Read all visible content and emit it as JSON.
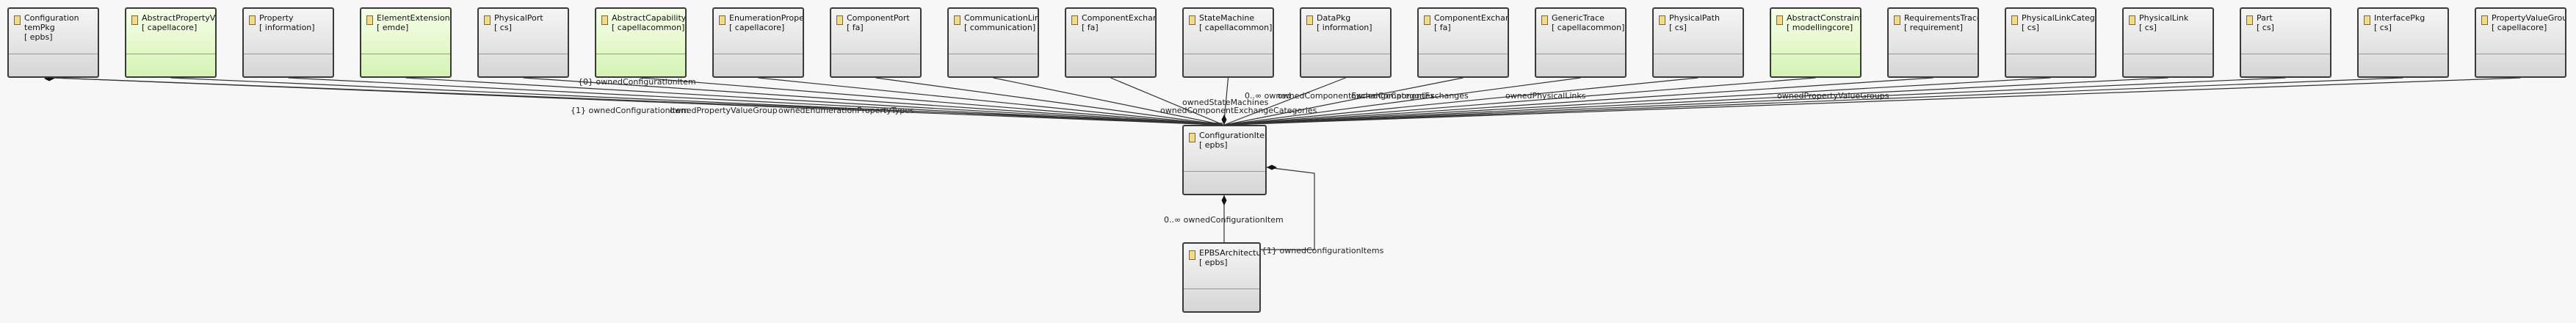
{
  "diagram": {
    "classes": [
      {
        "id": "c0",
        "title": "Configuration ",
        "title2": "temPkg",
        "pkg": "[ epbs]",
        "color": "gray"
      },
      {
        "id": "c1",
        "title": "AbstractPropertyValue",
        "pkg": "[ capellacore]",
        "color": "green"
      },
      {
        "id": "c2",
        "title": "Property",
        "pkg": "[ information]",
        "color": "gray"
      },
      {
        "id": "c3",
        "title": "ElementExtension",
        "pkg": "[ emde]",
        "color": "green"
      },
      {
        "id": "c4",
        "title": "PhysicalPort",
        "pkg": "[ cs]",
        "color": "gray"
      },
      {
        "id": "c5",
        "title": "AbstractCapabilityPkg",
        "pkg": "[ capellacommon]",
        "color": "green"
      },
      {
        "id": "c6",
        "title": "EnumerationPropertyType",
        "pkg": "[ capellacore]",
        "color": "gray"
      },
      {
        "id": "c7",
        "title": "ComponentPort",
        "pkg": "[ fa]",
        "color": "gray"
      },
      {
        "id": "c8",
        "title": "CommunicationLink",
        "pkg": "[ communication]",
        "color": "gray"
      },
      {
        "id": "c9",
        "title": "ComponentExchangeCateg",
        "pkg": "[ fa]",
        "color": "gray"
      },
      {
        "id": "c10",
        "title": "StateMachine",
        "pkg": "[ capellacommon]",
        "color": "gray"
      },
      {
        "id": "c11",
        "title": "DataPkg",
        "pkg": "[ information]",
        "color": "gray"
      },
      {
        "id": "c12",
        "title": "ComponentExchange",
        "pkg": "[ fa]",
        "color": "gray"
      },
      {
        "id": "c13",
        "title": "GenericTrace",
        "pkg": "[ capellacommon]",
        "color": "gray"
      },
      {
        "id": "c14",
        "title": "PhysicalPath",
        "pkg": "[ cs]",
        "color": "gray"
      },
      {
        "id": "c15",
        "title": "AbstractConstraint",
        "pkg": "[ modellingcore]",
        "color": "green"
      },
      {
        "id": "c16",
        "title": "RequirementsTrace",
        "pkg": "[ requirement]",
        "color": "gray"
      },
      {
        "id": "c17",
        "title": "PhysicalLinkCategory",
        "pkg": "[ cs]",
        "color": "gray"
      },
      {
        "id": "c18",
        "title": "PhysicalLink",
        "pkg": "[ cs]",
        "color": "gray"
      },
      {
        "id": "c19",
        "title": "Part",
        "pkg": "[ cs]",
        "color": "gray"
      },
      {
        "id": "c20",
        "title": "InterfacePkg",
        "pkg": "[ cs]",
        "color": "gray"
      },
      {
        "id": "c21",
        "title": "PropertyValueGroup",
        "pkg": "[ capellacore]",
        "color": "gray"
      },
      {
        "id": "c22",
        "title": "ConfigurationItem",
        "pkg": "[ epbs]",
        "color": "gray"
      },
      {
        "id": "c23",
        "title": "EPBSArchitecture",
        "pkg": "[ epbs]",
        "color": "gray"
      }
    ],
    "labels": {
      "top_owned": "{0} ownedConfigurationItem",
      "fan_left": "{1} ownedConfigurationItem",
      "fan_left2": "ownedPropertyValueGroup",
      "fan_left3": "ownedEnumerationPropertyTypes",
      "fan_mid": "ownedStateMachines",
      "fan_mid2": "ownedComponentExchangeCategories",
      "fan_right": "ownedComponentExchanges",
      "fan_right2": "ownedPhysicalLinks",
      "fan_right3": "ownedPropertyValueGroups",
      "lower_owned": "0..∞ ownedConfigurationItem",
      "lower_owned2": "{1} ownedConfigurationItems",
      "fan_mid_label": "0..∞ owned",
      "fan_mid_label2": "ownedComponentExchangeCategories"
    }
  }
}
